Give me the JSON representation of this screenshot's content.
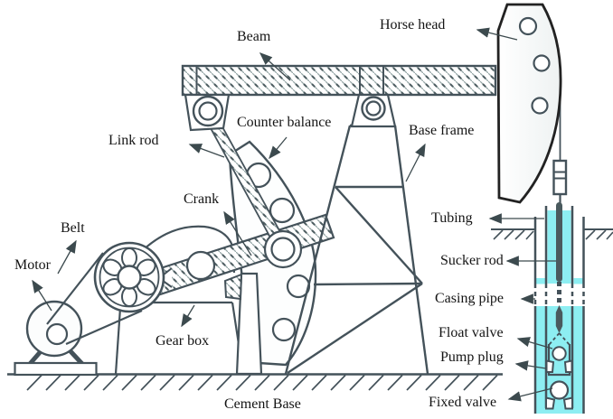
{
  "figure": {
    "type": "technical-diagram",
    "subject": "Beam pumping unit (pumpjack) with downhole pump cross-section"
  },
  "labels": {
    "beam": "Beam",
    "horse_head": "Horse head",
    "counter_balance": "Counter balance",
    "base_frame": "Base frame",
    "link_rod": "Link rod",
    "crank": "Crank",
    "belt": "Belt",
    "motor": "Motor",
    "gear_box": "Gear box",
    "cement_base": "Cement Base",
    "tubing": "Tubing",
    "sucker_rod": "Sucker rod",
    "casing_pipe": "Casing pipe",
    "float_valve": "Float valve",
    "pump_plug": "Pump plug",
    "fixed_valve": "Fixed valve"
  },
  "colors": {
    "line": "#44525a",
    "horse_head_outline": "#222222",
    "well_fluid": "#8deef2",
    "hatch_light": "#93a5a5",
    "hatch_dark": "#4c5c60",
    "text": "#141414",
    "background": "#ffffff"
  }
}
